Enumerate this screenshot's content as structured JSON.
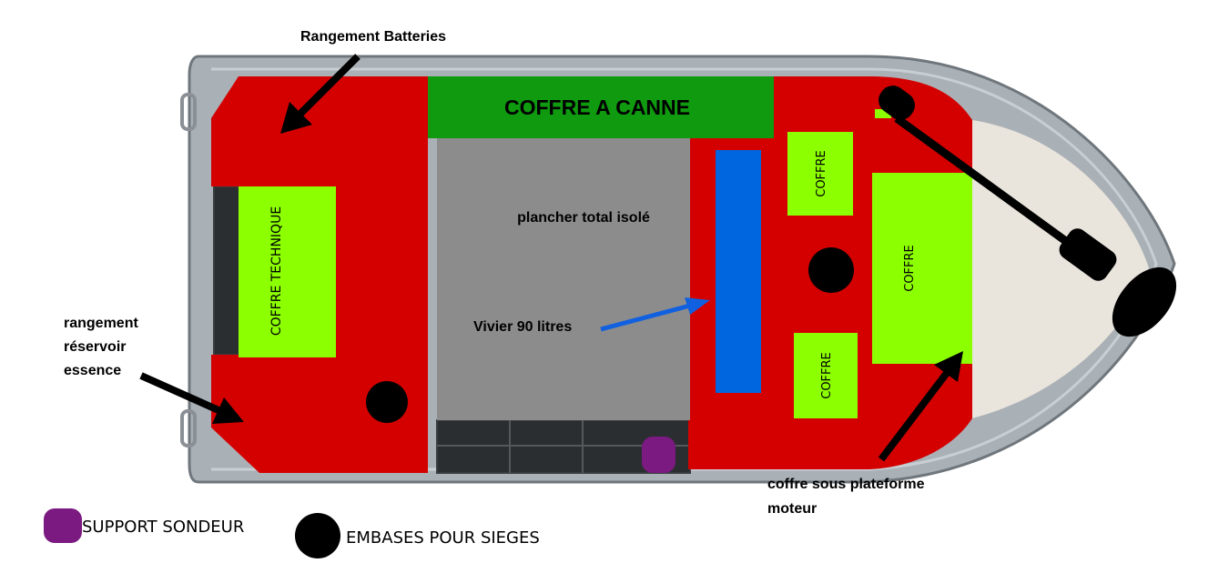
{
  "colors": {
    "hull": "#a9b0b6",
    "storage": "#d40000",
    "rod_locker": "#0f9a0f",
    "floor": "#8c8c8c",
    "compartment": "#8cff00",
    "livewell": "#0066e0",
    "sounder_mount": "#7b1a80",
    "seat_base": "#000000",
    "arrow_blue": "#1060e0",
    "bow_deck": "#e9e4dc"
  },
  "labels": {
    "rod_locker": "COFFRE A CANNE",
    "technical_locker": "COFFRE TECHNIQUE",
    "insulated_floor": "plancher total isolé",
    "livewell": "Vivier 90 litres",
    "locker_top": "COFFRE",
    "locker_right": "COFFRE",
    "locker_bottom": "COFFRE"
  },
  "callouts": {
    "batteries": "Rangement Batteries",
    "fuel_tank_line1": "rangement",
    "fuel_tank_line2": "réservoir",
    "fuel_tank_line3": "essence",
    "engine_platform_line1": "coffre sous plateforme",
    "engine_platform_line2": "moteur"
  },
  "legend": {
    "sounder_mount": "SUPPORT SONDEUR",
    "seat_bases": "EMBASES POUR SIEGES"
  },
  "icons": {
    "sounder_mount": "rounded-square",
    "seat_base": "filled-circle",
    "trolling_motor": "electric-motor-silhouette"
  }
}
